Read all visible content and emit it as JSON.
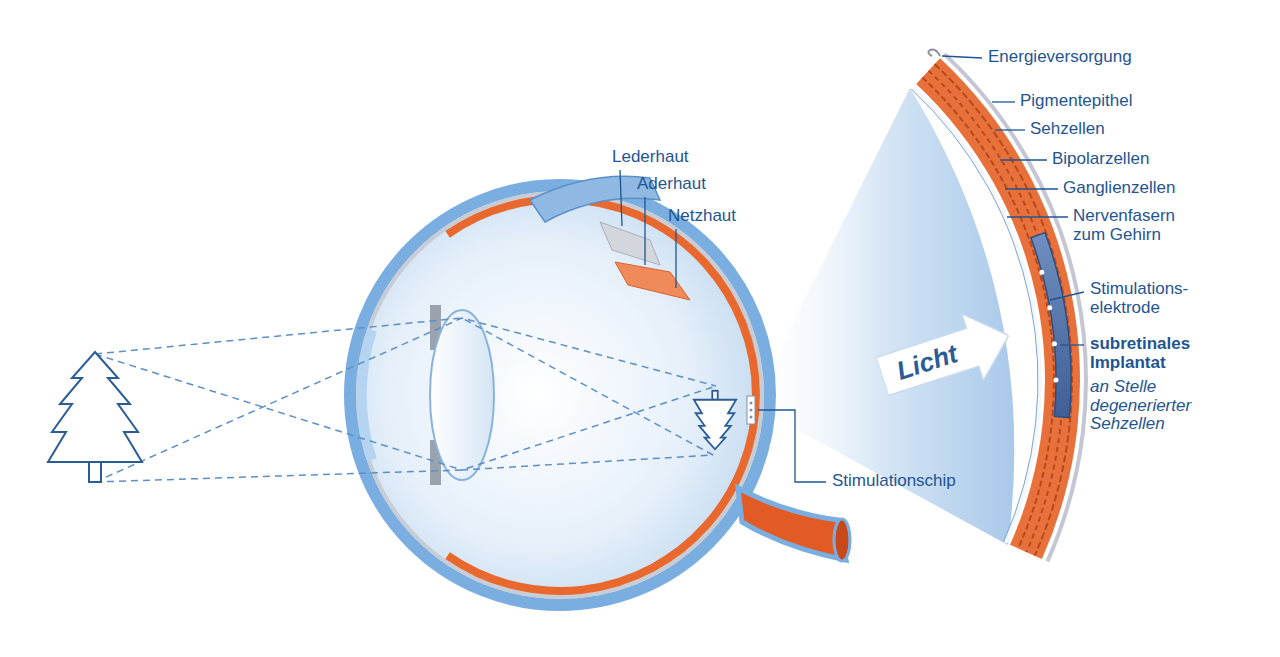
{
  "diagram": {
    "nodes": [
      {
        "text": [
          "Licht"
        ]
      }
    ],
    "labels": [
      "Energieversorgung",
      "Pigmentepithel",
      "Sehzellen",
      "Lederhaut",
      "Aderhaut",
      "Bipolarzellen",
      "Netzhaut",
      "Ganglienzellen",
      "Nervenfasern zum Gehirn",
      "Stimulations- elektrode",
      "subretinales Implantat",
      "an Stelle degenerierter Sehzellen",
      "Stimulationschip"
    ]
  }
}
